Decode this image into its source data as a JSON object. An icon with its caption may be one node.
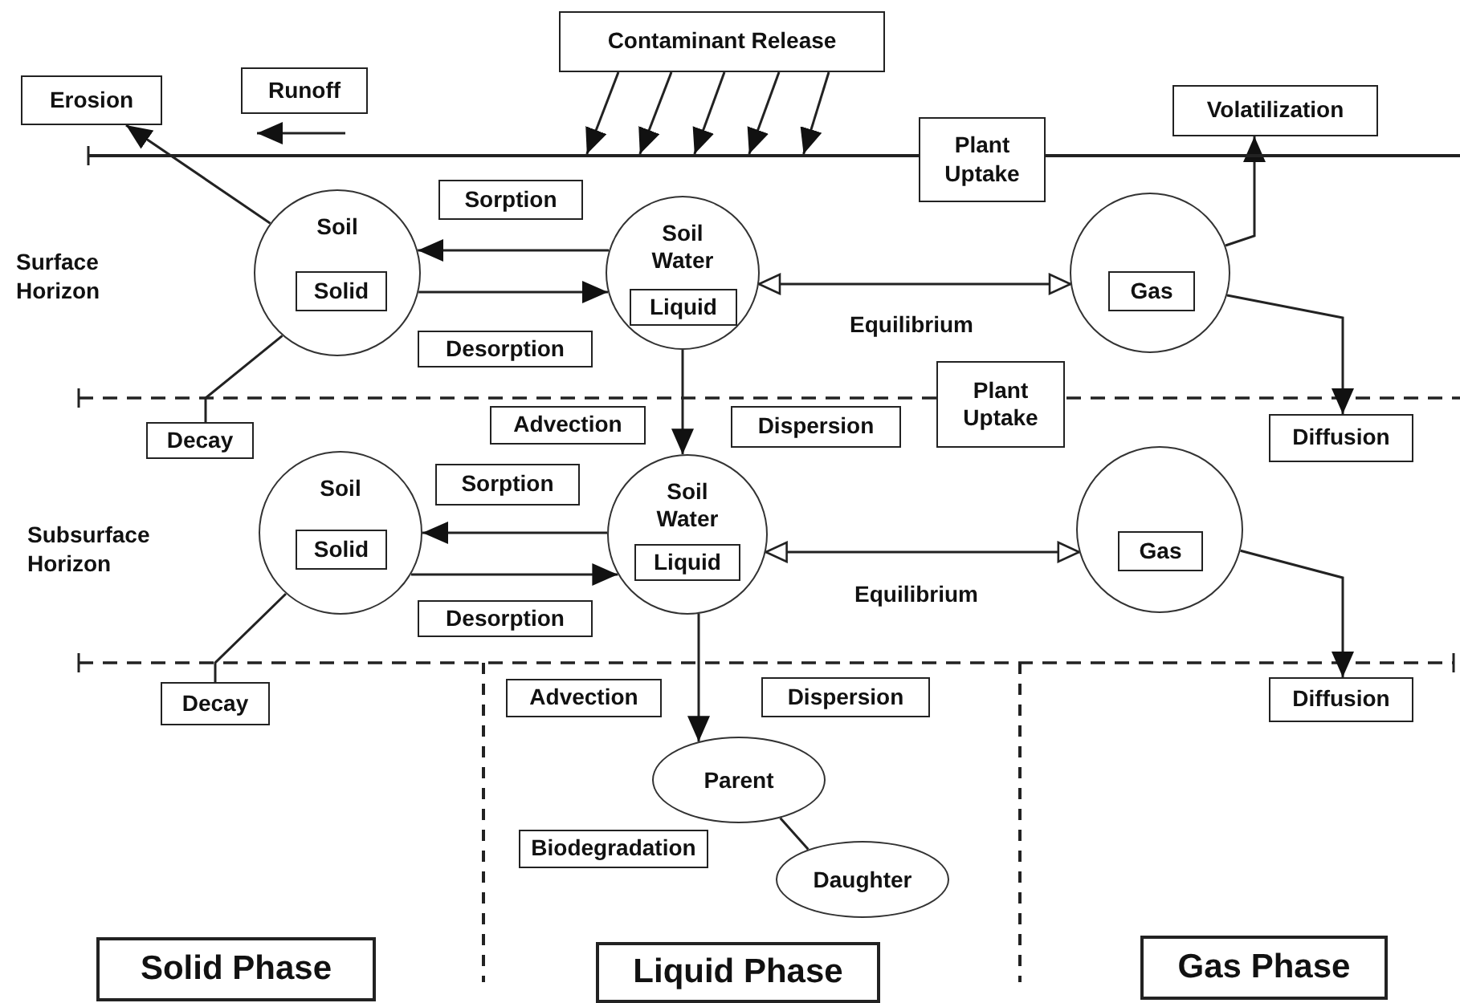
{
  "diagram": {
    "nodes": [
      {
        "text": [
          "Contaminant Release"
        ]
      },
      {
        "text": [
          "Erosion"
        ]
      },
      {
        "text": [
          "Runoff"
        ]
      },
      {
        "text": [
          "Volatilization"
        ]
      },
      {
        "text": [
          "Plant Uptake"
        ]
      },
      {
        "text": [
          "Soil"
        ]
      },
      {
        "text": [
          "Solid"
        ],
        "in": 5
      },
      {
        "text": [
          "Sorption"
        ]
      },
      {
        "text": [
          "Soil Water"
        ]
      },
      {
        "text": [
          "Liquid"
        ],
        "in": 8
      },
      {
        "text": [],
        "shape": "circle"
      },
      {
        "text": [
          "Gas"
        ],
        "in": 10
      },
      {
        "text": [
          "Desorption"
        ]
      },
      {
        "text": [
          "Decay"
        ]
      },
      {
        "text": [
          "Advection"
        ]
      },
      {
        "text": [
          "Dispersion"
        ]
      },
      {
        "text": [
          "Plant Uptake"
        ]
      },
      {
        "text": [
          "Diffusion"
        ]
      },
      {
        "text": [
          "Soil"
        ]
      },
      {
        "text": [
          "Solid"
        ],
        "in": 18
      },
      {
        "text": [
          "Sorption"
        ]
      },
      {
        "text": [
          "Soil Water"
        ]
      },
      {
        "text": [
          "Liquid"
        ],
        "in": 21
      },
      {
        "text": [],
        "shape": "circle"
      },
      {
        "text": [
          "Gas"
        ],
        "in": 23
      },
      {
        "text": [
          "Desorption"
        ]
      },
      {
        "text": [
          "Decay"
        ]
      },
      {
        "text": [
          "Advection"
        ]
      },
      {
        "text": [
          "Dispersion"
        ]
      },
      {
        "text": [
          "Diffusion"
        ]
      },
      {
        "text": [
          "Parent"
        ]
      },
      {
        "text": [
          "Biodegradation"
        ]
      },
      {
        "text": [
          "Daughter"
        ]
      },
      {
        "text": [
          "Solid Phase"
        ]
      },
      {
        "text": [
          "Liquid Phase"
        ]
      },
      {
        "text": [
          "Gas Phase"
        ]
      },
      {
        "text": [],
        "shape": "line"
      }
    ],
    "edges": [
      {
        "from": 0,
        "to": 36,
        "arrow": "to"
      },
      {
        "from": 0,
        "to": 36,
        "arrow": "to"
      },
      {
        "from": 0,
        "to": 36,
        "arrow": "to"
      },
      {
        "from": 0,
        "to": 36,
        "arrow": "to"
      },
      {
        "from": 0,
        "to": 36,
        "arrow": "to"
      },
      {
        "from": 5,
        "to": 1,
        "arrow": "to"
      },
      {
        "from": 8,
        "to": 5,
        "arrow": "to"
      },
      {
        "from": 5,
        "to": 8,
        "arrow": "to"
      },
      {
        "from": 8,
        "to": 10,
        "arrow": "both",
        "label": "Equilibrium"
      },
      {
        "from": 8,
        "to": 21,
        "arrow": "to"
      },
      {
        "from": 10,
        "to": 3,
        "arrow": "to"
      },
      {
        "from": 10,
        "to": 17,
        "arrow": "to"
      },
      {
        "from": 5,
        "to": 13,
        "arrow": "none"
      },
      {
        "from": 21,
        "to": 18,
        "arrow": "to"
      },
      {
        "from": 18,
        "to": 21,
        "arrow": "to"
      },
      {
        "from": 21,
        "to": 23,
        "arrow": "both",
        "label": "Equilibrium"
      },
      {
        "from": 23,
        "to": 29,
        "arrow": "to"
      },
      {
        "from": 18,
        "to": 26,
        "arrow": "none"
      },
      {
        "from": 21,
        "to": 30,
        "arrow": "to"
      },
      {
        "from": 30,
        "to": 32,
        "arrow": "none"
      }
    ],
    "labels": [
      "Surface Horizon",
      "Subsurface Horizon"
    ]
  }
}
